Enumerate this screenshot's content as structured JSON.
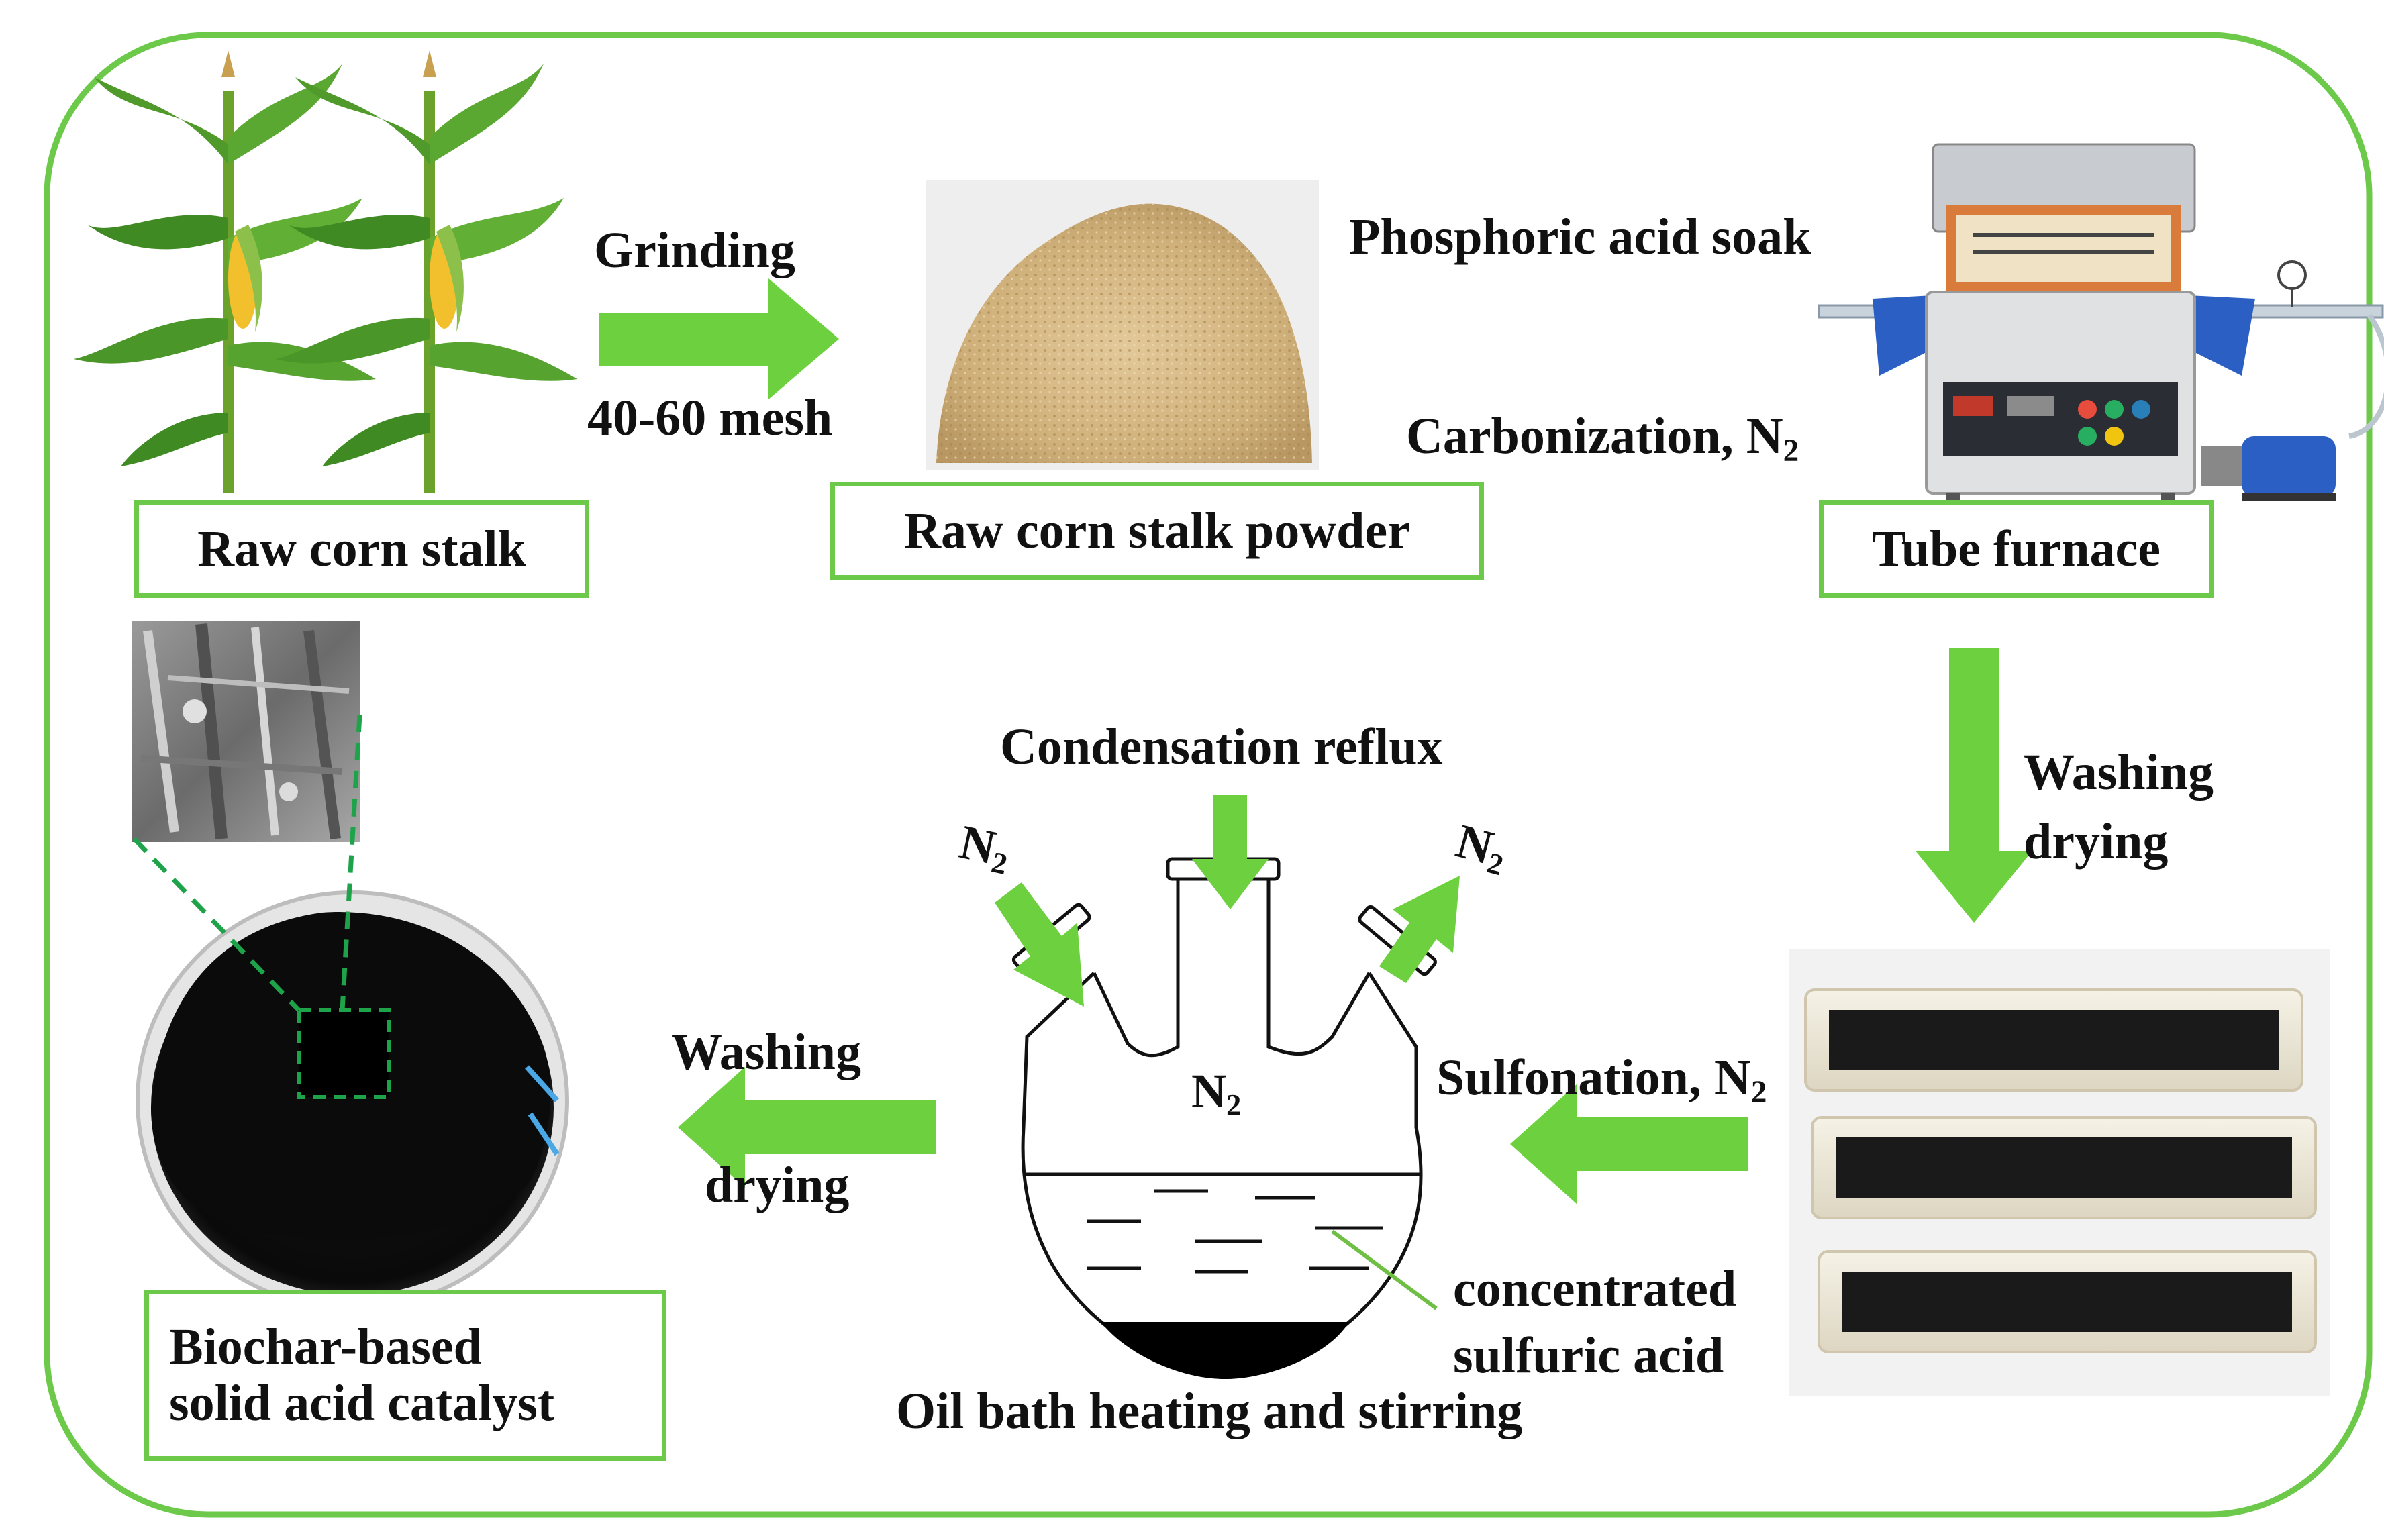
{
  "colors": {
    "frame": "#6dc94a",
    "arrow": "#6dd13f",
    "dashed": "#1fa34a",
    "text": "#111111"
  },
  "labels": {
    "raw_corn_stalk": "Raw corn stalk",
    "raw_corn_stalk_powder": "Raw corn stalk powder",
    "tube_furnace": "Tube furnace",
    "catalyst_line1": "Biochar-based",
    "catalyst_line2": "solid acid catalyst"
  },
  "steps": {
    "grinding": "Grinding",
    "mesh": "40-60 mesh",
    "phosphoric": "Phosphoric acid soak",
    "carbonization": "Carbonization, N",
    "carbonization_sub": "2",
    "washing_drying_right_1": "Washing",
    "washing_drying_right_2": "drying",
    "sulfonation": "Sulfonation, N",
    "sulfonation_sub": "2",
    "washing_left": "Washing",
    "drying_left": "drying",
    "condensation": "Condensation reflux",
    "oil_bath": "Oil bath heating and stirring",
    "acid_line1": "concentrated",
    "acid_line2": "sulfuric acid"
  },
  "flask": {
    "n2_left": "N",
    "n2_right": "N",
    "n2_center": "N",
    "sub": "2"
  },
  "icons": [
    "corn-plant-icon",
    "powder-pile-icon",
    "tube-furnace-icon",
    "boat-crucible-icon",
    "three-neck-flask-icon",
    "sem-image-icon",
    "petri-dish-icon"
  ]
}
